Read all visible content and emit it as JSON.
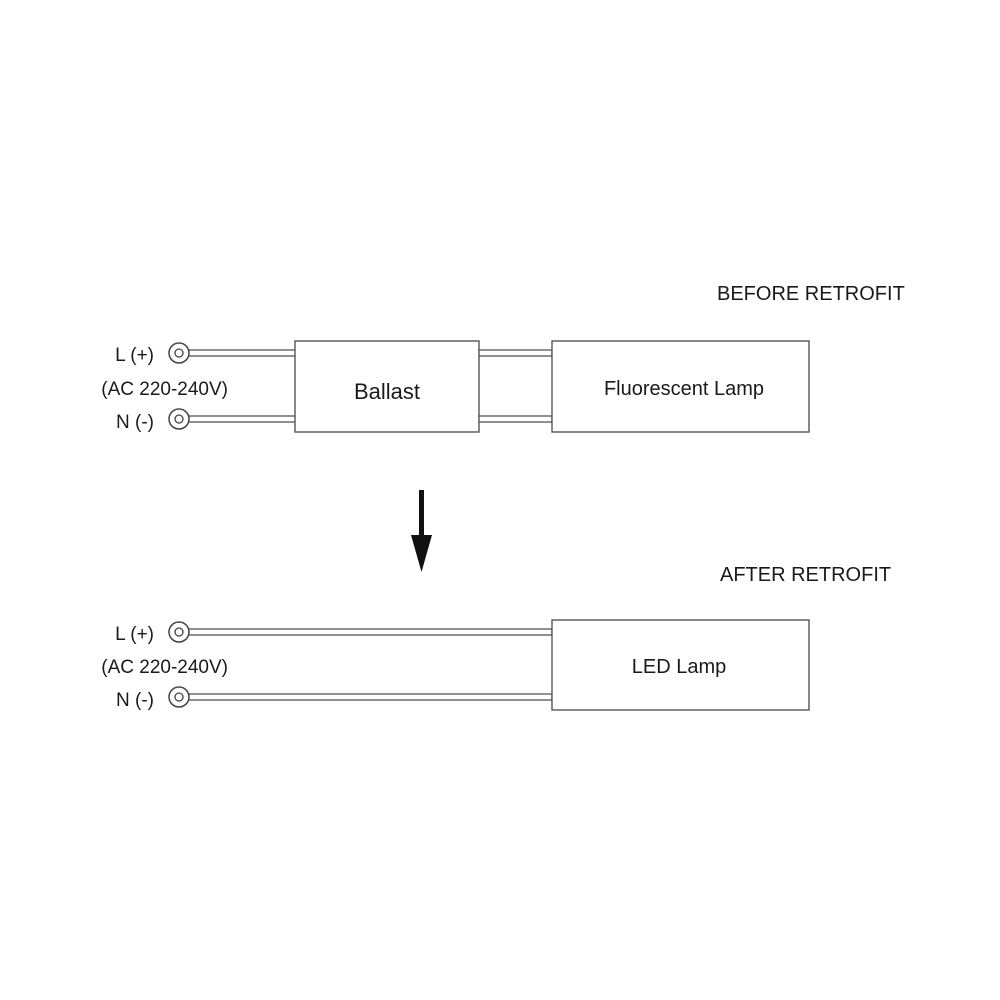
{
  "before": {
    "heading": "BEFORE RETROFIT",
    "live_label": "L (+)",
    "supply_label": "(AC 220-240V)",
    "neutral_label": "N (-)",
    "ballast_label": "Ballast",
    "lamp_label": "Fluorescent Lamp"
  },
  "after": {
    "heading": "AFTER RETROFIT",
    "live_label": "L (+)",
    "supply_label": "(AC 220-240V)",
    "neutral_label": "N (-)",
    "lamp_label": "LED Lamp"
  },
  "icons": {
    "terminal": "terminal-icon",
    "arrow": "arrow-down-icon"
  },
  "colors": {
    "line": "#555555",
    "text": "#1a1a1a"
  }
}
